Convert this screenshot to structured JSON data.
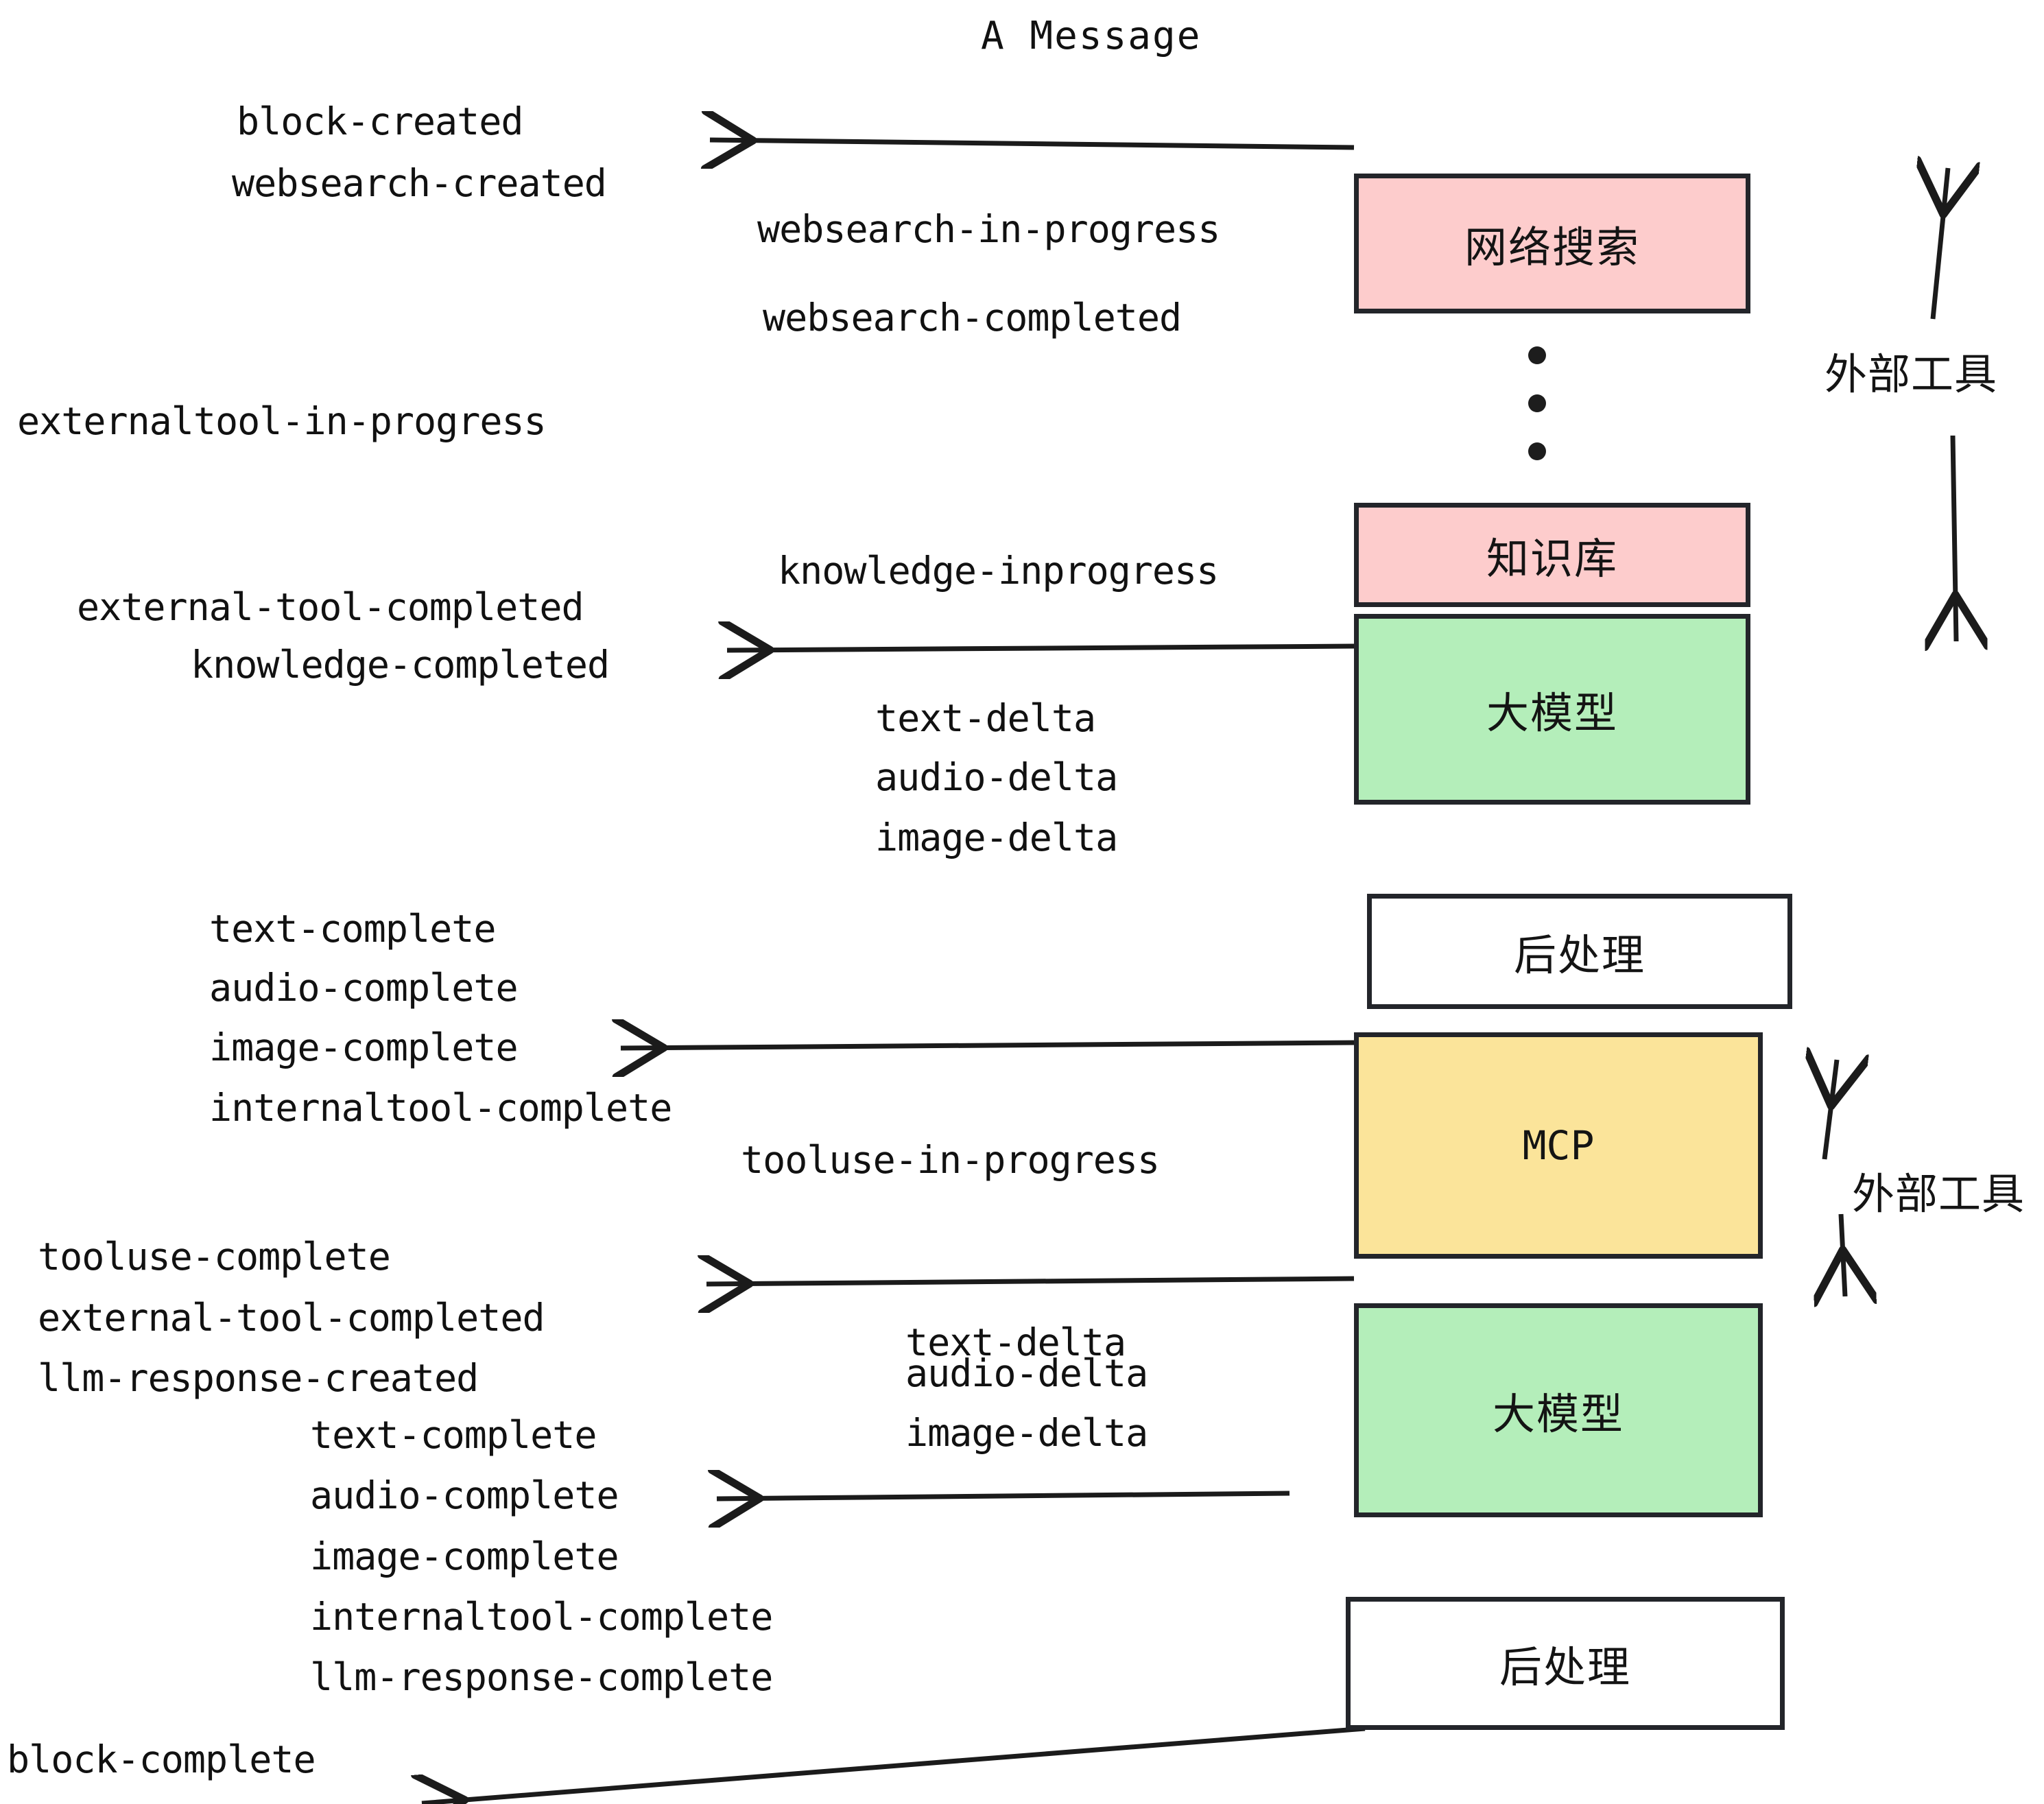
{
  "title": "A Message",
  "boxes": [
    {
      "id": "websearch",
      "label": "网络搜索",
      "color": "#fdcccc"
    },
    {
      "id": "knowledge",
      "label": "知识库",
      "color": "#fdcccc"
    },
    {
      "id": "llm-1",
      "label": "大模型",
      "color": "#b4eeba"
    },
    {
      "id": "postprocess-1",
      "label": "后处理",
      "color": "#ffffff"
    },
    {
      "id": "mcp",
      "label": "MCP",
      "color": "#fbe49a"
    },
    {
      "id": "llm-2",
      "label": "大模型",
      "color": "#b4eeba"
    },
    {
      "id": "postprocess-2",
      "label": "后处理",
      "color": "#ffffff"
    }
  ],
  "side_labels": {
    "external_tool_top": "外部工具",
    "external_tool_bottom": "外部工具"
  },
  "events": {
    "block_created": "block-created",
    "websearch_created": "websearch-created",
    "websearch_in_progress": "websearch-in-progress",
    "websearch_completed": "websearch-completed",
    "externaltool_in_progress": "externaltool-in-progress",
    "knowledge_inprogress": "knowledge-inprogress",
    "external_tool_completed_1": "external-tool-completed",
    "knowledge_completed": "knowledge-completed",
    "text_delta_1": "text-delta",
    "audio_delta_1": "audio-delta",
    "image_delta_1": "image-delta",
    "text_complete_1": "text-complete",
    "audio_complete_1": "audio-complete",
    "image_complete_1": "image-complete",
    "internaltool_complete_1": "internaltool-complete",
    "tooluse_in_progress": "tooluse-in-progress",
    "tooluse_complete": "tooluse-complete",
    "external_tool_completed_2": "external-tool-completed",
    "llm_response_created": "llm-response-created",
    "text_delta_2": "text-delta",
    "audio_delta_2": "audio-delta",
    "image_delta_2": "image-delta",
    "text_complete_2": "text-complete",
    "audio_complete_2": "audio-complete",
    "image_complete_2": "image-complete",
    "internaltool_complete_2": "internaltool-complete",
    "llm_response_complete": "llm-response-complete",
    "block_complete": "block-complete"
  },
  "colors": {
    "stroke": "#23252a",
    "text": "#111111",
    "pink": "#fdcccc",
    "green": "#b4eeba",
    "yellow": "#fbe49a",
    "white": "#ffffff"
  }
}
